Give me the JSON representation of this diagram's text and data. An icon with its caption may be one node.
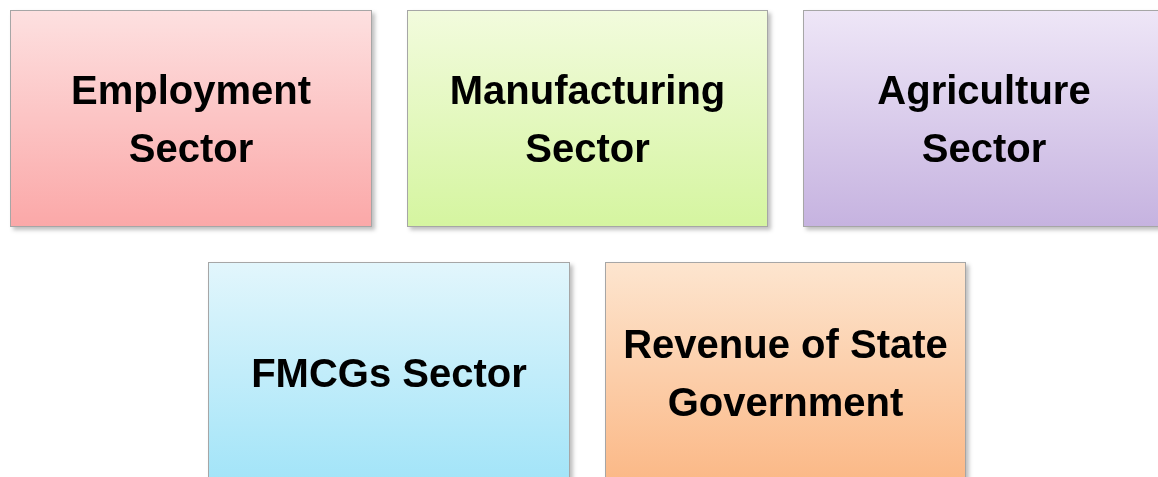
{
  "diagram": {
    "nodes": [
      {
        "text": [
          "Employment Sector"
        ]
      },
      {
        "text": [
          "Manufacturing Sector"
        ]
      },
      {
        "text": [
          "Agriculture Sector"
        ]
      },
      {
        "text": [
          "FMCGs Sector"
        ]
      },
      {
        "text": [
          "Revenue of State Government"
        ]
      }
    ]
  }
}
